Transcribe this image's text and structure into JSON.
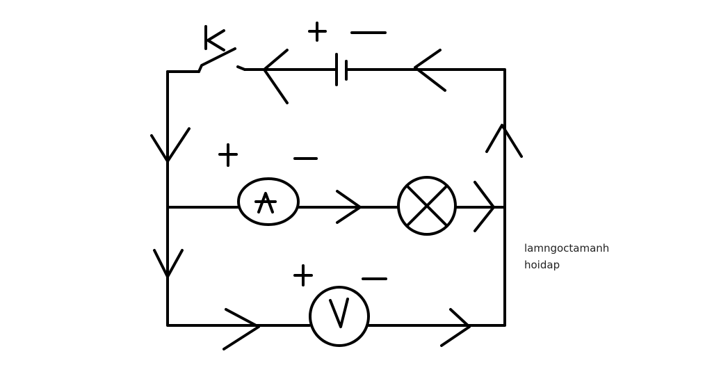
{
  "diagram": {
    "type": "electric circuit",
    "switch_label": "K",
    "battery_polarity": {
      "plus": "+",
      "minus": "−"
    },
    "ammeter": {
      "symbol": "A",
      "plus": "+",
      "minus": "−"
    },
    "voltmeter": {
      "symbol": "V",
      "plus": "+",
      "minus": "−"
    },
    "lamp": "lamp-icon",
    "watermark_lines": [
      "lamngoctamanh",
      "hoidap"
    ]
  }
}
